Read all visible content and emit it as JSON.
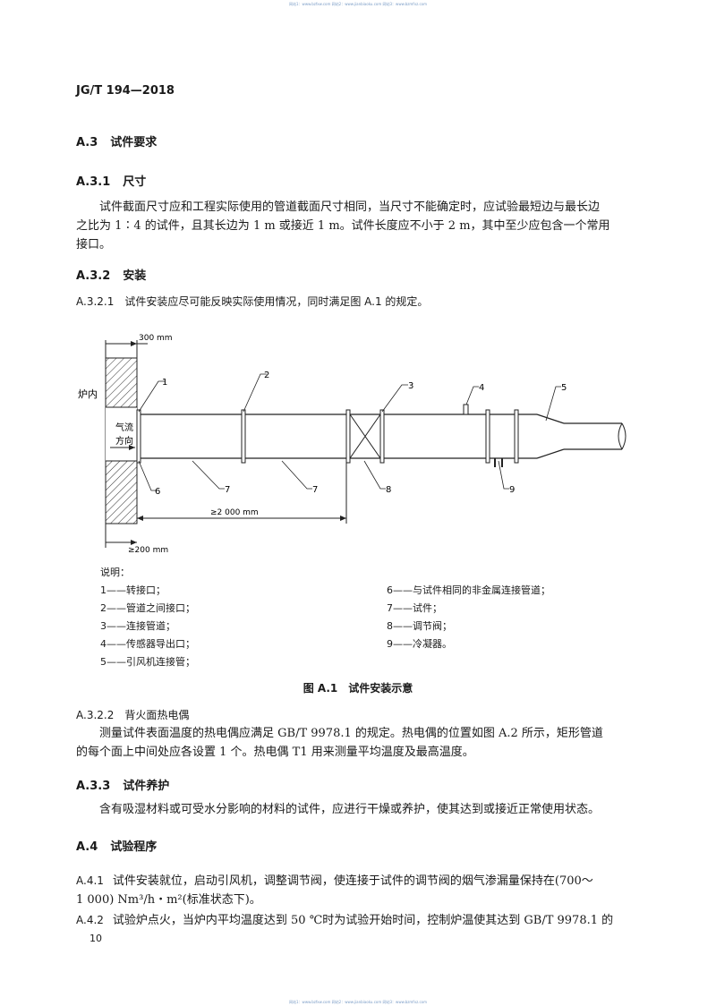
{
  "watermark_top": "网站1：www.bzfxw.com 网站2：www.jianbiaoku.com 网站3：www.bzmfxz.com",
  "watermark_bottom": "网站1：www.bzfxw.com 网站2：www.jianbiaoku.com 网站3：www.bzmfxz.com",
  "header": {
    "standard_no": "JG/T 194—2018"
  },
  "a3": {
    "num": "A.3",
    "title": "试件要求"
  },
  "a31": {
    "num": "A.3.1",
    "title": "尺寸",
    "lines": [
      "试件截面尺寸应和工程实际使用的管道截面尺寸相同，当尺寸不能确定时，应试验最短边与最长边",
      "之比为 1∶4 的试件，且其长边为 1 m 或接近 1 m。试件长度应不小于 2 m，其中至少应包含一个常用",
      "接口。"
    ]
  },
  "a32": {
    "num": "A.3.2",
    "title": "安装"
  },
  "a321": {
    "text": "A.3.2.1　试件安装应尽可能反映实际使用情况，同时满足图 A.1 的规定。"
  },
  "figure": {
    "dim_wall": "300 mm",
    "furnace_label": "炉内",
    "flow_label_1": "气流",
    "flow_label_2": "方向",
    "dim_length": "≥2 000 mm",
    "dim_gap": "≥200 mm",
    "callouts": [
      "1",
      "2",
      "3",
      "4",
      "5",
      "6",
      "7",
      "7",
      "8",
      "9"
    ],
    "legend_title": "说明：",
    "legend_left": [
      "1——转接口；",
      "2——管道之间接口；",
      "3——连接管道；",
      "4——传感器导出口；",
      "5——引风机连接管；"
    ],
    "legend_right": [
      "6——与试件相同的非金属连接管道；",
      "7——试件；",
      "8——调节阀；",
      "9——冷凝器。"
    ],
    "caption": "图 A.1　试件安装示意"
  },
  "a322": {
    "heading": "A.3.2.2　背火面热电偶",
    "lines": [
      "测量试件表面温度的热电偶应满足 GB/T 9978.1 的规定。热电偶的位置如图 A.2 所示，矩形管道",
      "的每个面上中间处应各设置 1 个。热电偶 T1 用来测量平均温度及最高温度。"
    ]
  },
  "a33": {
    "num": "A.3.3",
    "title": "试件养护",
    "text": "含有吸湿材料或可受水分影响的材料的试件，应进行干燥或养护，使其达到或接近正常使用状态。"
  },
  "a4": {
    "num": "A.4",
    "title": "试验程序"
  },
  "a41": {
    "num": "A.4.1",
    "line1": "试件安装就位，启动引风机，调整调节阀，使连接于试件的调节阀的烟气渗漏量保持在(700～",
    "line2": "1 000) Nm³/h・m²(标准状态下)。"
  },
  "a42": {
    "num": "A.4.2",
    "text": "试验炉点火，当炉内平均温度达到 50 ℃时为试验开始时间，控制炉温使其达到 GB/T 9978.1 的"
  },
  "page_number": "10"
}
